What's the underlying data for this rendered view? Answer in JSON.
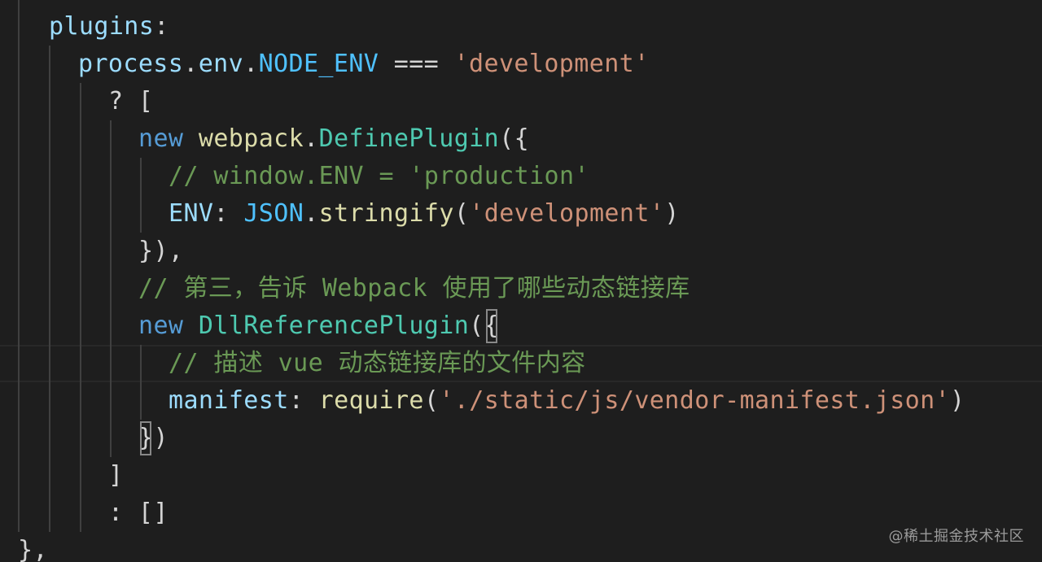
{
  "editor": {
    "background": "#1e1e1e",
    "colors": {
      "text": "#d4d4d4",
      "property": "#9cdcfe",
      "constant": "#4fc1ff",
      "string": "#ce9178",
      "keyword": "#569cd6",
      "type": "#4ec9b0",
      "function": "#dcdcaa",
      "comment": "#6a9955"
    },
    "lines": [
      {
        "tokens": [
          {
            "t": "plugins",
            "c": "prop"
          },
          {
            "t": ":",
            "c": "text"
          }
        ]
      },
      {
        "tokens": [
          {
            "t": "process",
            "c": "prop"
          },
          {
            "t": ".",
            "c": "text"
          },
          {
            "t": "env",
            "c": "prop"
          },
          {
            "t": ".",
            "c": "text"
          },
          {
            "t": "NODE_ENV",
            "c": "const"
          },
          {
            "t": " === ",
            "c": "text"
          },
          {
            "t": "'development'",
            "c": "str"
          }
        ]
      },
      {
        "tokens": [
          {
            "t": "? [",
            "c": "text"
          }
        ]
      },
      {
        "tokens": [
          {
            "t": "new",
            "c": "kw"
          },
          {
            "t": " ",
            "c": "text"
          },
          {
            "t": "webpack",
            "c": "fn"
          },
          {
            "t": ".",
            "c": "text"
          },
          {
            "t": "DefinePlugin",
            "c": "type"
          },
          {
            "t": "({",
            "c": "text"
          }
        ]
      },
      {
        "tokens": [
          {
            "t": "// window.ENV = 'production'",
            "c": "cmt"
          }
        ]
      },
      {
        "tokens": [
          {
            "t": "ENV",
            "c": "prop"
          },
          {
            "t": ": ",
            "c": "text"
          },
          {
            "t": "JSON",
            "c": "const"
          },
          {
            "t": ".",
            "c": "text"
          },
          {
            "t": "stringify",
            "c": "fn"
          },
          {
            "t": "(",
            "c": "text"
          },
          {
            "t": "'development'",
            "c": "str"
          },
          {
            "t": ")",
            "c": "text"
          }
        ]
      },
      {
        "tokens": [
          {
            "t": "}),",
            "c": "text"
          }
        ]
      },
      {
        "tokens": [
          {
            "t": "// 第三，告诉 Webpack 使用了哪些动态链接库",
            "c": "cmt"
          }
        ]
      },
      {
        "tokens": [
          {
            "t": "new",
            "c": "kw"
          },
          {
            "t": " ",
            "c": "text"
          },
          {
            "t": "DllReferencePlugin",
            "c": "type"
          },
          {
            "t": "(",
            "c": "text"
          },
          {
            "t": "{",
            "c": "text",
            "box": true
          }
        ]
      },
      {
        "tokens": [
          {
            "t": "// 描述 vue 动态链接库的文件内容",
            "c": "cmt"
          }
        ]
      },
      {
        "tokens": [
          {
            "t": "manifest",
            "c": "prop"
          },
          {
            "t": ": ",
            "c": "text"
          },
          {
            "t": "require",
            "c": "fn"
          },
          {
            "t": "(",
            "c": "text"
          },
          {
            "t": "'./static/js/vendor-manifest.json'",
            "c": "str"
          },
          {
            "t": ")",
            "c": "text"
          }
        ]
      },
      {
        "tokens": [
          {
            "t": "}",
            "c": "text",
            "box": true
          },
          {
            "t": ")",
            "c": "text"
          }
        ]
      },
      {
        "tokens": [
          {
            "t": "]",
            "c": "text"
          }
        ]
      },
      {
        "tokens": [
          {
            "t": ": []",
            "c": "text"
          }
        ]
      },
      {
        "tokens": [
          {
            "t": "},",
            "c": "text"
          }
        ]
      }
    ]
  },
  "watermark": "@稀土掘金技术社区"
}
